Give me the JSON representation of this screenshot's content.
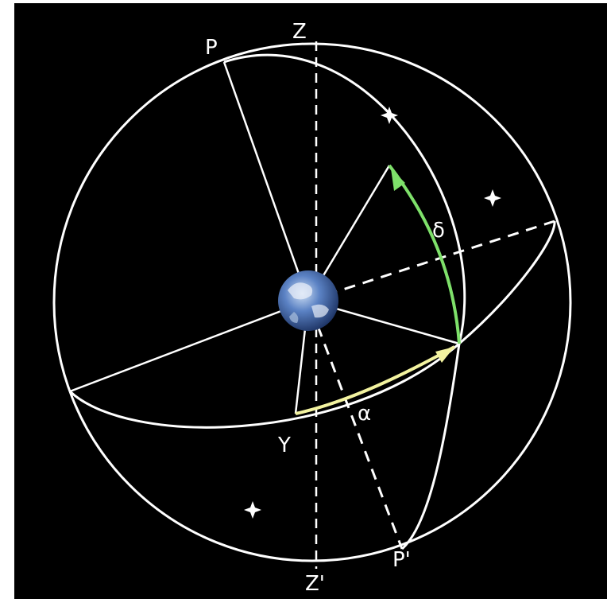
{
  "colors": {
    "background": "#000000",
    "line": "#ffffff",
    "declination_arc": "#7ee06a",
    "right_ascension_arrow": "#f3f3a0",
    "earth_ocean": "#3a5fa8",
    "earth_cloud": "#e8eef8"
  },
  "labels": {
    "north_pole": "P",
    "south_pole": "P'",
    "zenith": "Z",
    "nadir": "Z'",
    "vernal_equinox": "Y",
    "right_ascension": "α",
    "declination": "δ"
  },
  "icons": {
    "earth": "earth-globe-icon",
    "star": "star-icon"
  }
}
